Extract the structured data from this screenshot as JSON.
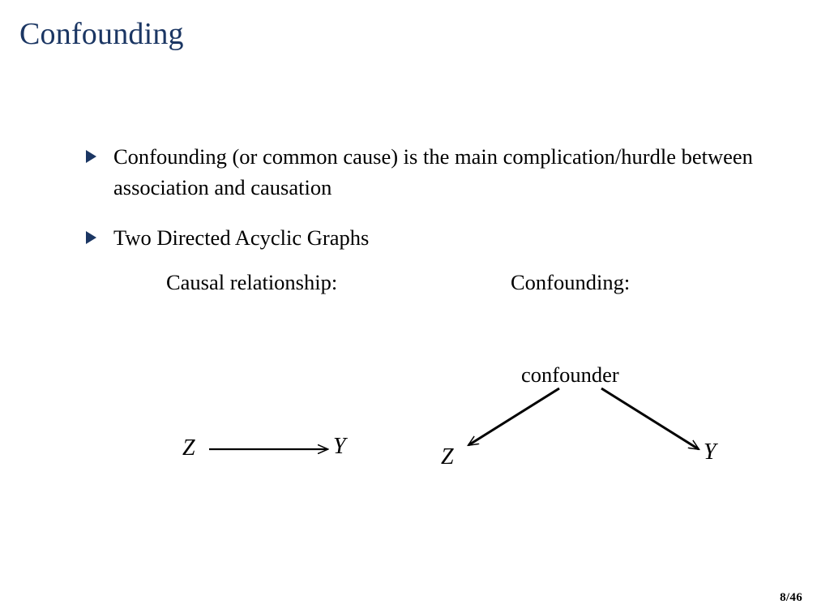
{
  "slide": {
    "title": "Confounding",
    "page_number": "8/46",
    "accent_color": "#1b3663",
    "text_color": "#000000",
    "background_color": "#ffffff"
  },
  "bullets": [
    {
      "marker": "triangle-right",
      "text": "Confounding (or common cause) is the main complication/hurdle between association and causation"
    },
    {
      "marker": "triangle-right",
      "text": "Two Directed Acyclic Graphs"
    }
  ],
  "diagrams": {
    "left": {
      "heading": "Causal relationship:",
      "nodes": {
        "source": "Z",
        "target": "Y"
      },
      "edges": [
        {
          "from": "Z",
          "to": "Y",
          "style": "arrow-right"
        }
      ]
    },
    "right": {
      "heading": "Confounding:",
      "nodes": {
        "confounder": "confounder",
        "left": "Z",
        "right": "Y"
      },
      "edges": [
        {
          "from": "confounder",
          "to": "Z",
          "style": "arrow-down-left"
        },
        {
          "from": "confounder",
          "to": "Y",
          "style": "arrow-down-right"
        }
      ]
    }
  }
}
